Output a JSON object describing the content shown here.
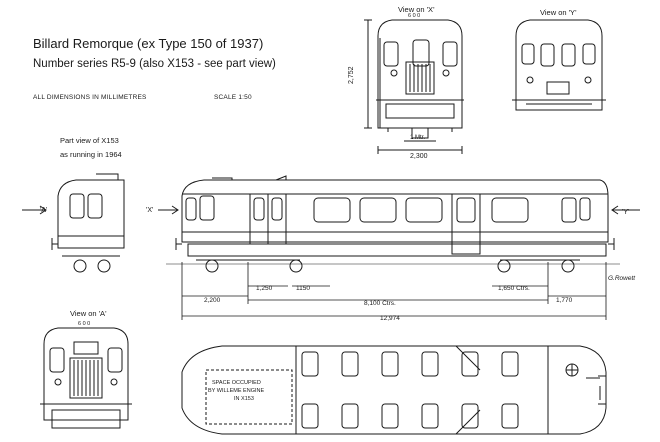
{
  "title": "Billard Remorque (ex Type 150 of 1937)",
  "subtitle": "Number series R5-9 (also X153 - see part view)",
  "dimensions_note": "ALL DIMENSIONS IN MILLIMETRES",
  "scale": "SCALE 1:50",
  "part_view_caption": [
    "Part view of X153",
    "as running in 1964"
  ],
  "views": {
    "view_x": "View on 'X'",
    "view_y": "View on 'Y'",
    "view_a": "View on 'A'"
  },
  "markers": {
    "a": "'A'",
    "x": "'X'",
    "y": "'Y'"
  },
  "dimensions": {
    "height": "2,752",
    "gauge": "1 Mtr.",
    "width": "2,300",
    "d1250": "1,250",
    "d1150": "1150",
    "d2200": "2,200",
    "centres": "8,100 Ctrs.",
    "bogie": "1,650 Ctrs.",
    "d1770": "1,770",
    "length": "12,974"
  },
  "plan_note": [
    "SPACE OCCUPIED",
    "BY WILLEME ENGINE",
    "IN X153"
  ],
  "signature": "G.Rowett",
  "lamp_code": "6 0 0"
}
